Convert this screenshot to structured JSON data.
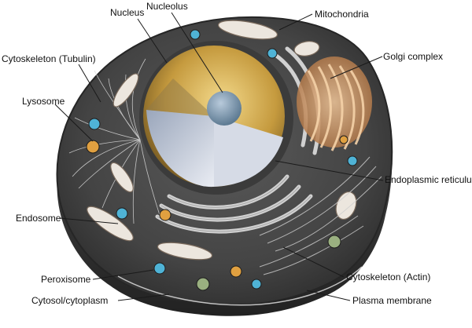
{
  "labels": {
    "nucleus": "Nucleus",
    "nucleolus": "Nucleolus",
    "mitochondria": "Mitochondria",
    "cytoskeleton_tubulin": "Cytoskeleton (Tubulin)",
    "golgi": "Golgi complex",
    "lysosome": "Lysosome",
    "endoplasmic_reticulum": "Endoplasmic reticulum",
    "endosome": "Endosome",
    "cytoskeleton_actin": "Cytoskeleton (Actin)",
    "peroxisome": "Peroxisome",
    "cytosol": "Cytosol/cytoplasm",
    "plasma_membrane": "Plasma membrane"
  },
  "colors": {
    "membrane": "#3a3a3a",
    "cytoplasm": "#4a4a4a",
    "nucleus_gold": "#c9a34a",
    "nucleus_inner": "#c8cfdd",
    "nucleolus": "#7f9ab0",
    "golgi": "#d9a06a",
    "er": "#d8d8d8",
    "mito_outer": "#e8e2da",
    "vesicle_blue": "#4fb3d6",
    "vesicle_orange": "#e0a040",
    "vesicle_green": "#9ab080"
  }
}
